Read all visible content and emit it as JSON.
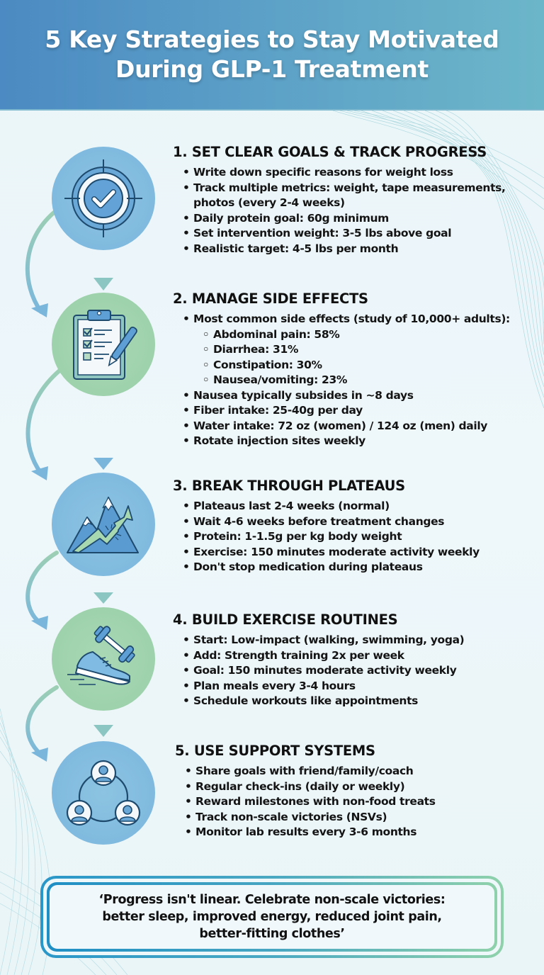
{
  "header": {
    "title_line1": "5 Key Strategies to Stay Motivated",
    "title_line2": "During GLP-1 Treatment"
  },
  "colors": {
    "header_gradient_start": "#4b8ac2",
    "header_gradient_end": "#6cb6c9",
    "circle_blue": "#7ab6dc",
    "circle_green": "#98cfa8",
    "icon_stroke": "#1e4a6e",
    "quote_border_start": "#1f8fc4",
    "quote_border_end": "#8fd1ab"
  },
  "sections": [
    {
      "number": "1",
      "title": "1. SET CLEAR GOALS & TRACK PROGRESS",
      "icon": "target-check-icon",
      "circle_color": "blue",
      "bullets": [
        {
          "text": "Write down specific reasons for weight loss",
          "level": 1
        },
        {
          "text": "Track multiple metrics: weight, tape measurements, photos (every 2-4 weeks)",
          "level": 1
        },
        {
          "text": "Daily protein goal: 60g minimum",
          "level": 1
        },
        {
          "text": "Set intervention weight: 3-5 lbs above goal",
          "level": 1
        },
        {
          "text": "Realistic target: 4-5 lbs per month",
          "level": 1
        }
      ]
    },
    {
      "number": "2",
      "title": "2. MANAGE SIDE EFFECTS",
      "icon": "clipboard-checklist-icon",
      "circle_color": "green",
      "bullets": [
        {
          "text": "Most common side effects (study of 10,000+ adults):",
          "level": 1
        },
        {
          "text": "Abdominal pain: 58%",
          "level": 2
        },
        {
          "text": "Diarrhea: 31%",
          "level": 2
        },
        {
          "text": "Constipation: 30%",
          "level": 2
        },
        {
          "text": "Nausea/vomiting: 23%",
          "level": 2
        },
        {
          "text": "Nausea typically subsides in ~8 days",
          "level": 1
        },
        {
          "text": "Fiber intake: 25-40g per day",
          "level": 1
        },
        {
          "text": "Water intake: 72 oz (women) / 124 oz (men) daily",
          "level": 1
        },
        {
          "text": "Rotate injection sites weekly",
          "level": 1
        }
      ]
    },
    {
      "number": "3",
      "title": "3. BREAK THROUGH PLATEAUS",
      "icon": "mountain-arrow-icon",
      "circle_color": "blue",
      "bullets": [
        {
          "text": "Plateaus last 2-4 weeks (normal)",
          "level": 1
        },
        {
          "text": "Wait 4-6 weeks before treatment changes",
          "level": 1
        },
        {
          "text": "Protein: 1-1.5g per kg body weight",
          "level": 1
        },
        {
          "text": "Exercise: 150 minutes moderate activity weekly",
          "level": 1
        },
        {
          "text": "Don't stop medication during plateaus",
          "level": 1
        }
      ]
    },
    {
      "number": "4",
      "title": "4. BUILD EXERCISE ROUTINES",
      "icon": "sneaker-dumbbell-icon",
      "circle_color": "green",
      "bullets": [
        {
          "text": "Start: Low-impact (walking, swimming, yoga)",
          "level": 1
        },
        {
          "text": "Add: Strength training 2x per week",
          "level": 1
        },
        {
          "text": "Goal: 150 minutes moderate activity weekly",
          "level": 1
        },
        {
          "text": "Plan meals every 3-4 hours",
          "level": 1
        },
        {
          "text": "Schedule workouts like appointments",
          "level": 1
        }
      ]
    },
    {
      "number": "5",
      "title": "5. USE SUPPORT SYSTEMS",
      "icon": "support-network-icon",
      "circle_color": "blue",
      "bullets": [
        {
          "text": "Share goals with friend/family/coach",
          "level": 1
        },
        {
          "text": "Regular check-ins (daily or weekly)",
          "level": 1
        },
        {
          "text": "Reward milestones with non-food treats",
          "level": 1
        },
        {
          "text": "Track non-scale victories (NSVs)",
          "level": 1
        },
        {
          "text": "Monitor lab results every 3-6 months",
          "level": 1
        }
      ]
    }
  ],
  "quote": {
    "text": "‘Progress isn't linear. Celebrate non-scale victories:\n better sleep, improved energy, reduced joint pain,\nbetter-fitting clothes’"
  }
}
